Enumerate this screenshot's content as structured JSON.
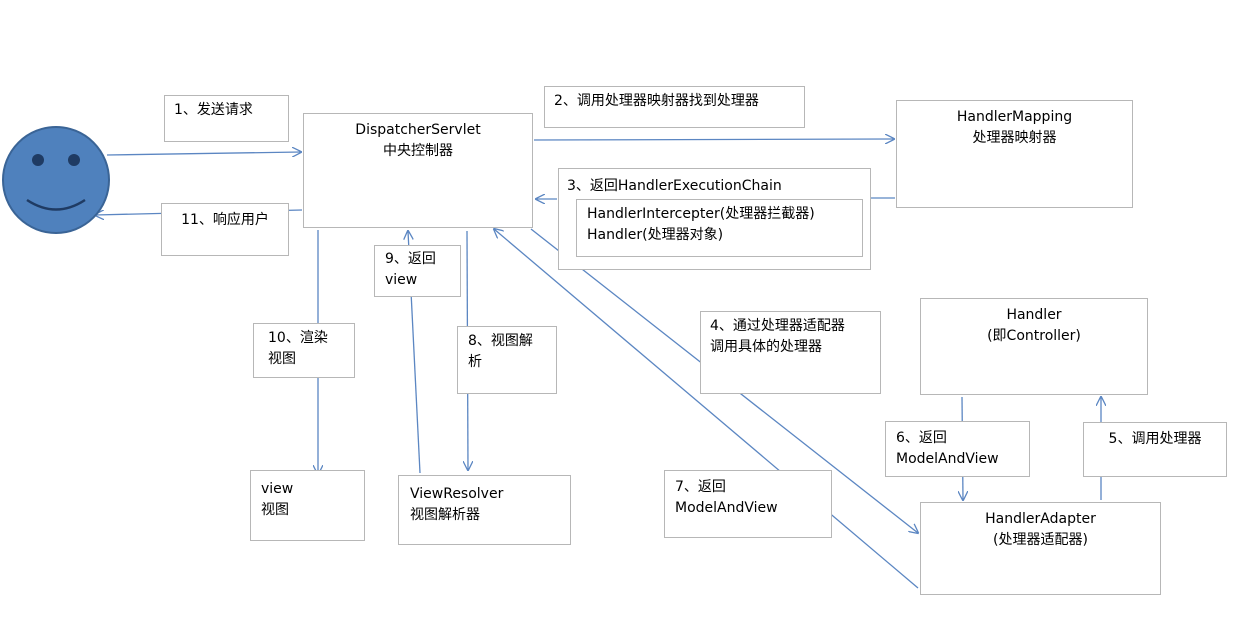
{
  "colors": {
    "arrow": "#5b86c2",
    "box_border": "#b7b7b7",
    "face_fill": "#4f81bd",
    "face_stroke": "#3a6496",
    "face_features": "#1f3b63"
  },
  "actor": {
    "icon": "smiley-user-icon"
  },
  "nodes": {
    "dispatcher": {
      "name": "DispatcherServlet",
      "desc": "中央控制器"
    },
    "mapping": {
      "name": "HandlerMapping",
      "desc": "处理器映射器"
    },
    "handler": {
      "name": "Handler",
      "desc": "(即Controller)"
    },
    "adapter": {
      "name": "HandlerAdapter",
      "desc": "(处理器适配器)"
    },
    "view": {
      "name": "view",
      "desc": "视图"
    },
    "resolver": {
      "name": "ViewResolver",
      "desc": "视图解析器"
    }
  },
  "steps": {
    "s1": "1、发送请求",
    "s2": "2、调用处理器映射器找到处理器",
    "s3": {
      "title": "3、返回HandlerExecutionChain",
      "line1": "HandlerIntercepter(处理器拦截器)",
      "line2": "Handler(处理器对象)"
    },
    "s4": {
      "line1": "4、通过处理器适配器",
      "line2": "调用具体的处理器"
    },
    "s5": "5、调用处理器",
    "s6": {
      "line1": "6、返回",
      "line2": "ModelAndView"
    },
    "s7": {
      "line1": "7、返回",
      "line2": "ModelAndView"
    },
    "s8": {
      "line1": "8、视图解",
      "line2": "析"
    },
    "s9": {
      "line1": "9、返回",
      "line2": "view"
    },
    "s10": {
      "line1": "10、渲染",
      "line2": "视图"
    },
    "s11": "11、响应用户"
  }
}
